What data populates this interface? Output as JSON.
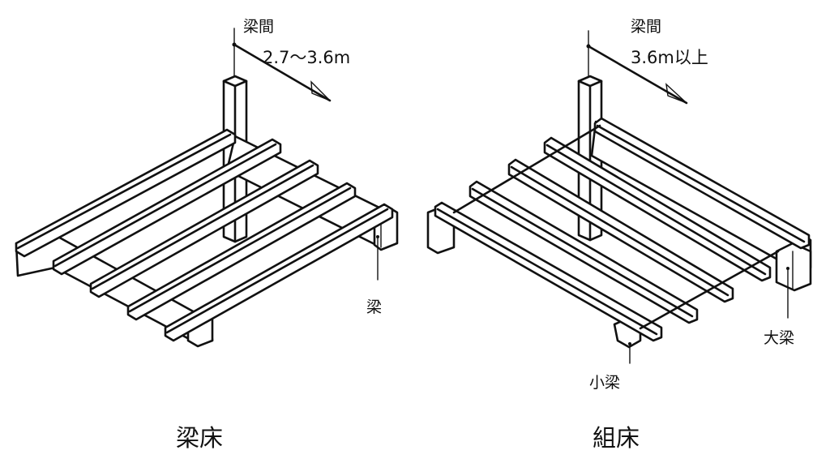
{
  "figures": [
    {
      "id": "beam-floor",
      "caption": "梁床",
      "span_label": "梁間",
      "span_value": "2.7〜3.6m",
      "parts": [
        {
          "label": "梁"
        }
      ]
    },
    {
      "id": "framed-floor",
      "caption": "組床",
      "span_label": "梁間",
      "span_value": "3.6m以上",
      "parts": [
        {
          "label": "大梁"
        },
        {
          "label": "小梁"
        }
      ]
    }
  ],
  "colors": {
    "ink": "#111111",
    "paper": "#ffffff"
  }
}
